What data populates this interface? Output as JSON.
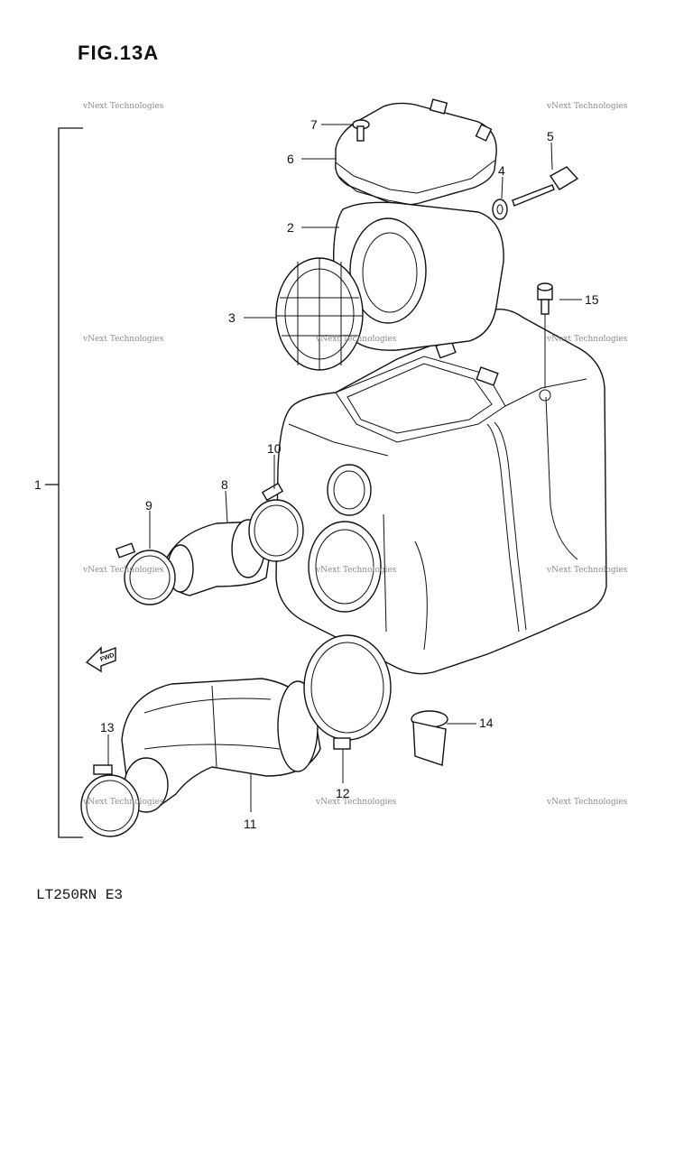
{
  "figure": {
    "title": "FIG.13A",
    "model": "LT250RN E3"
  },
  "watermark": {
    "text": "vNext Technologies"
  },
  "callouts": [
    {
      "id": "1",
      "label": "1"
    },
    {
      "id": "2",
      "label": "2"
    },
    {
      "id": "3",
      "label": "3"
    },
    {
      "id": "4",
      "label": "4"
    },
    {
      "id": "5",
      "label": "5"
    },
    {
      "id": "6",
      "label": "6"
    },
    {
      "id": "7",
      "label": "7"
    },
    {
      "id": "8",
      "label": "8"
    },
    {
      "id": "9",
      "label": "9"
    },
    {
      "id": "10",
      "label": "10"
    },
    {
      "id": "11",
      "label": "11"
    },
    {
      "id": "12",
      "label": "12"
    },
    {
      "id": "13",
      "label": "13"
    },
    {
      "id": "14",
      "label": "14"
    },
    {
      "id": "15",
      "label": "15"
    }
  ],
  "fwd_arrow": {
    "text": "FWD"
  }
}
